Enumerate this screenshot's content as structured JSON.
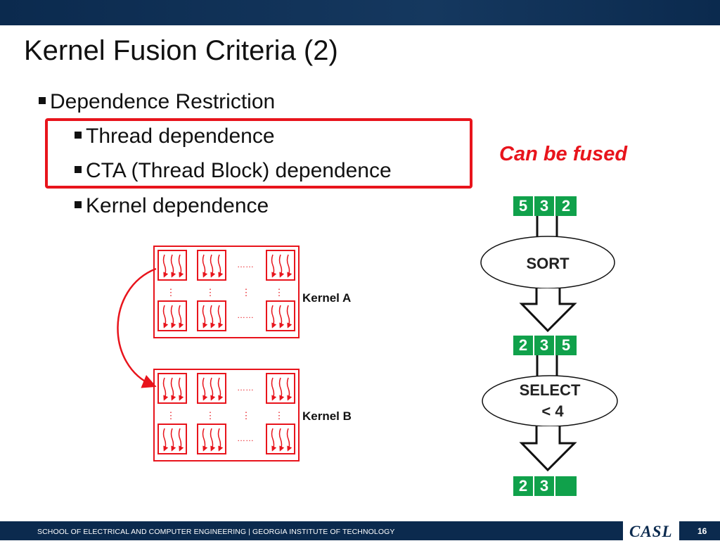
{
  "slide": {
    "title": "Kernel Fusion Criteria (2)",
    "bullets": [
      "Dependence Restriction",
      "Thread dependence",
      "CTA (Thread Block) dependence",
      "Kernel dependence"
    ],
    "fused_note": "Can be fused"
  },
  "kernel_diagram": {
    "kernel_a_label": "Kernel A",
    "kernel_b_label": "Kernel B",
    "ellipsis_h": "……",
    "ellipsis_v": "⋮",
    "accent_color": "#e8141c"
  },
  "flow": {
    "input_values": [
      "5",
      "3",
      "2"
    ],
    "sort_label": "SORT",
    "sorted_values": [
      "2",
      "3",
      "5"
    ],
    "select_label_1": "SELECT",
    "select_label_2": "< 4",
    "output_values": [
      "2",
      "3",
      ""
    ],
    "cell_color": "#10a14b"
  },
  "footer": {
    "text": "SCHOOL OF ELECTRICAL AND COMPUTER ENGINEERING | GEORGIA INSTITUTE OF TECHNOLOGY",
    "logo": "CASL",
    "page_number": "16"
  }
}
